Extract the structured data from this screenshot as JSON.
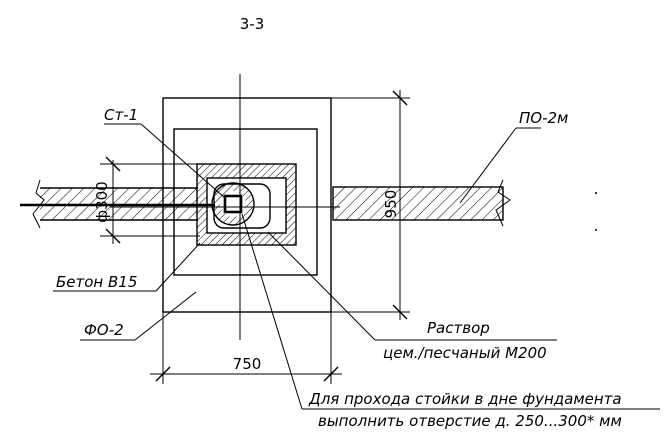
{
  "section_title": "3-3",
  "labels": {
    "st1": "Ст-1",
    "po2m": "ПО-2м",
    "beton": "Бетон  В15",
    "fo2": "ФО-2",
    "rastvor": "Раствор",
    "rastvor_type": "цем./песчаный М200",
    "note_line1": "Для прохода стойки в дне фундамента",
    "note_line2": "выполнить отверстие д. 250...300* мм"
  },
  "dimensions": {
    "pipe_diameter": "ф300",
    "height": "950",
    "width": "750"
  }
}
